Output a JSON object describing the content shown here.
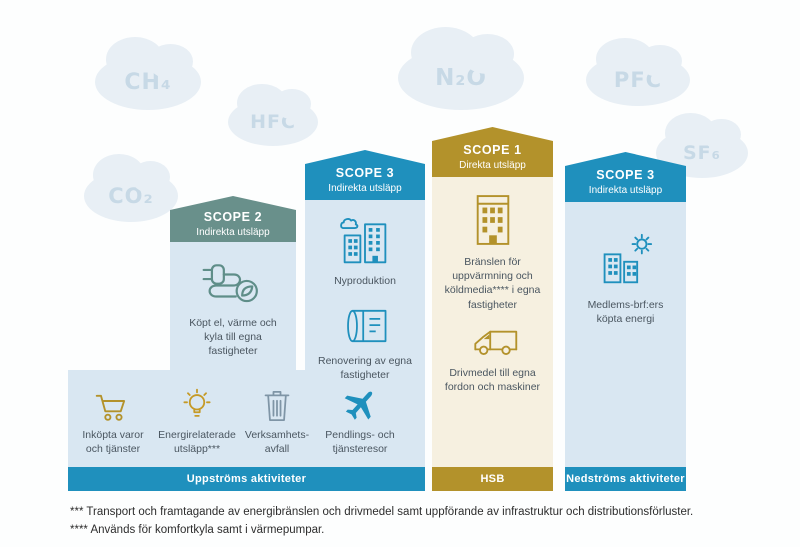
{
  "colors": {
    "teal": "#69908b",
    "blue": "#1f90bd",
    "gold": "#b3922b",
    "light_blue": "#d9e7f2",
    "cream": "#f6f0e0",
    "cloud": "#e8eff5",
    "trash_gray": "#7f95a6"
  },
  "clouds": [
    {
      "id": "ch4",
      "label": "CH₄"
    },
    {
      "id": "hfc",
      "label": "HFC"
    },
    {
      "id": "n2o",
      "label": "N₂O"
    },
    {
      "id": "pfc",
      "label": "PFC"
    },
    {
      "id": "co2",
      "label": "CO₂"
    },
    {
      "id": "sf6",
      "label": "SF₆"
    }
  ],
  "columns": {
    "scope2": {
      "title": "SCOPE 2",
      "subtitle": "Indirekta utsläpp",
      "items": [
        {
          "icon": "plug-leaf-icon",
          "label": "Köpt el, värme och kyla till egna fastigheter"
        }
      ]
    },
    "scope3_upstream": {
      "title": "SCOPE 3",
      "subtitle": "Indirekta utsläpp",
      "items": [
        {
          "icon": "buildings-icon",
          "label": "Nyproduktion"
        },
        {
          "icon": "blueprint-icon",
          "label": "Renovering av egna fastigheter"
        }
      ]
    },
    "scope1": {
      "title": "SCOPE 1",
      "subtitle": "Direkta utsläpp",
      "items": [
        {
          "icon": "building-icon",
          "label": "Bränslen för uppvärmning och köldmedia**** i egna fastigheter"
        },
        {
          "icon": "van-icon",
          "label": "Drivmedel till egna fordon och maskiner"
        }
      ]
    },
    "scope3_downstream": {
      "title": "SCOPE 3",
      "subtitle": "Indirekta utsläpp",
      "items": [
        {
          "icon": "buildings-sun-icon",
          "label": "Medlems-brf:ers köpta energi"
        }
      ]
    }
  },
  "upstream_row": [
    {
      "icon": "cart-icon",
      "label": "Inköpta varor och tjänster"
    },
    {
      "icon": "bulb-icon",
      "label": "Energirelaterade utsläpp***"
    },
    {
      "icon": "trash-icon",
      "label": "Verksamhets-avfall"
    },
    {
      "icon": "plane-icon",
      "label": "Pendlings- och tjänsteresor"
    }
  ],
  "footer_bars": {
    "upstream": "Uppströms aktiviteter",
    "hsb": "HSB",
    "downstream": "Nedströms aktiviteter"
  },
  "footnotes": [
    "*** Transport och framtagande av energibränslen och drivmedel samt uppförande av infrastruktur och distributionsförluster.",
    "**** Används för komfortkyla samt i värmepumpar."
  ]
}
